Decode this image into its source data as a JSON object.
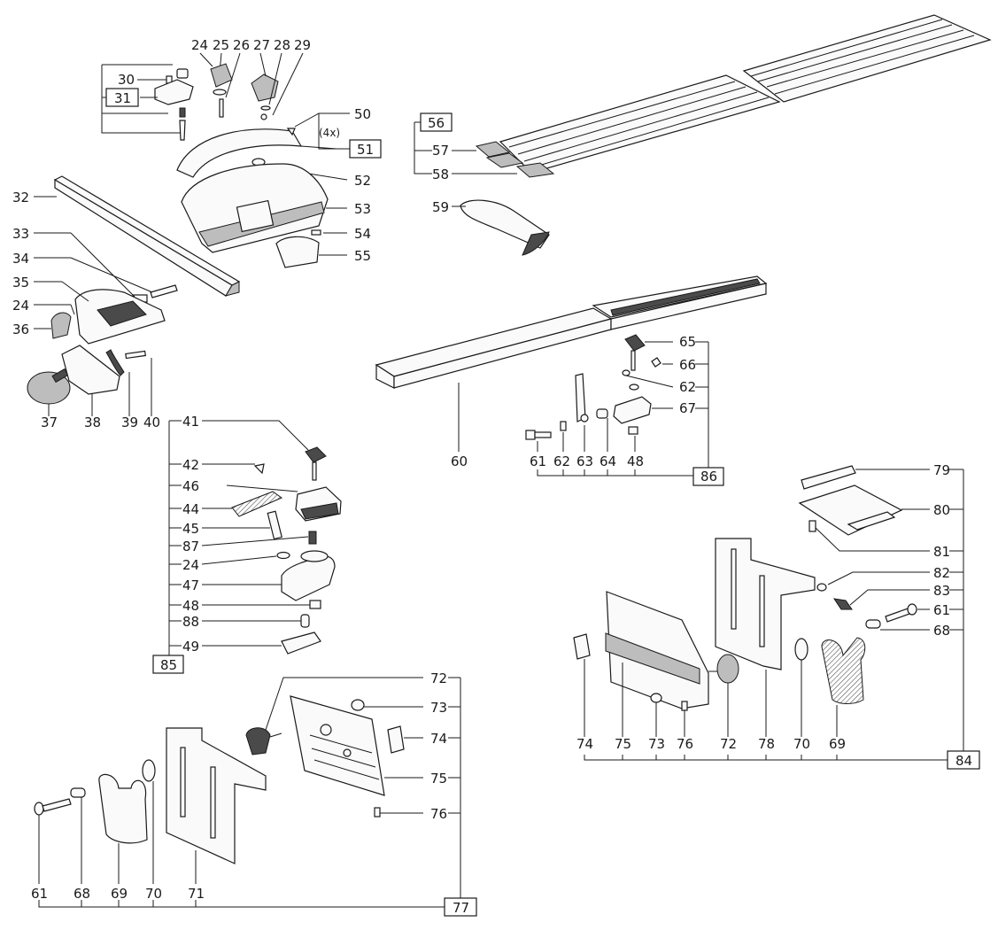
{
  "labels": {
    "l24a": "24",
    "l25": "25",
    "l26": "26",
    "l27": "27",
    "l28": "28",
    "l29": "29",
    "l30": "30",
    "l31": "31",
    "l32": "32",
    "l33": "33",
    "l34": "34",
    "l35": "35",
    "l24b": "24",
    "l36": "36",
    "l37": "37",
    "l38": "38",
    "l39": "39",
    "l40": "40",
    "l50": "50",
    "l4x": "(4x)",
    "l51": "51",
    "l52": "52",
    "l53": "53",
    "l54": "54",
    "l55": "55",
    "l56": "56",
    "l57": "57",
    "l58": "58",
    "l59": "59",
    "l60": "60",
    "l65": "65",
    "l66": "66",
    "l62a": "62",
    "l67": "67",
    "l61a": "61",
    "l62b": "62",
    "l63": "63",
    "l64": "64",
    "l48a": "48",
    "l86": "86",
    "l41": "41",
    "l42": "42",
    "l46": "46",
    "l44": "44",
    "l45": "45",
    "l87": "87",
    "l24c": "24",
    "l47": "47",
    "l48b": "48",
    "l88": "88",
    "l49": "49",
    "l85": "85",
    "l79": "79",
    "l80": "80",
    "l81": "81",
    "l82": "82",
    "l83": "83",
    "l61b": "61",
    "l68a": "68",
    "l74a": "74",
    "l75a": "75",
    "l73a": "73",
    "l76a": "76",
    "l72a": "72",
    "l78": "78",
    "l70a": "70",
    "l69a": "69",
    "l84": "84",
    "l72b": "72",
    "l73b": "73",
    "l74b": "74",
    "l75b": "75",
    "l76b": "76",
    "l61c": "61",
    "l68b": "68",
    "l69b": "69",
    "l70b": "70",
    "l71": "71",
    "l77": "77"
  }
}
